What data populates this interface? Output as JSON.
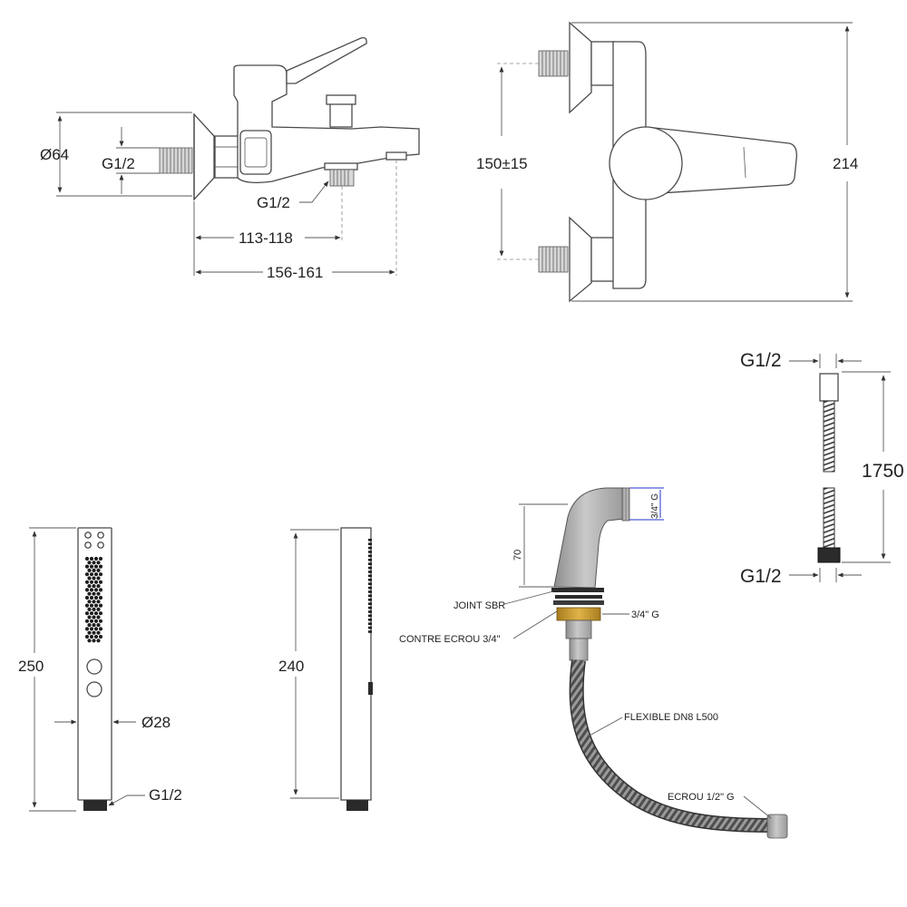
{
  "mixer_side": {
    "diameter_label": "Ø64",
    "inlet_thread_label": "G1/2",
    "outlet_thread_label": "G1/2",
    "dim_short_label": "113-118",
    "dim_long_label": "156-161"
  },
  "mixer_front": {
    "spacing_label": "150±15",
    "height_label": "214"
  },
  "hose": {
    "top_thread_label": "G1/2",
    "length_label": "1750",
    "bottom_thread_label": "G1/2"
  },
  "handshower_front": {
    "length_label": "250",
    "diameter_label": "Ø28",
    "thread_label": "G1/2"
  },
  "handshower_side": {
    "length_label": "240"
  },
  "diverter": {
    "height_label": "70",
    "thread_label_vertical": "3/4\" G",
    "gasket_label": "JOINT SBR",
    "locknut_label": "CONTRE ECROU 3/4\"",
    "thread_label": "3/4\" G",
    "hose_label": "FLEXIBLE DN8 L500",
    "nut_label": "ECROU 1/2\" G"
  }
}
